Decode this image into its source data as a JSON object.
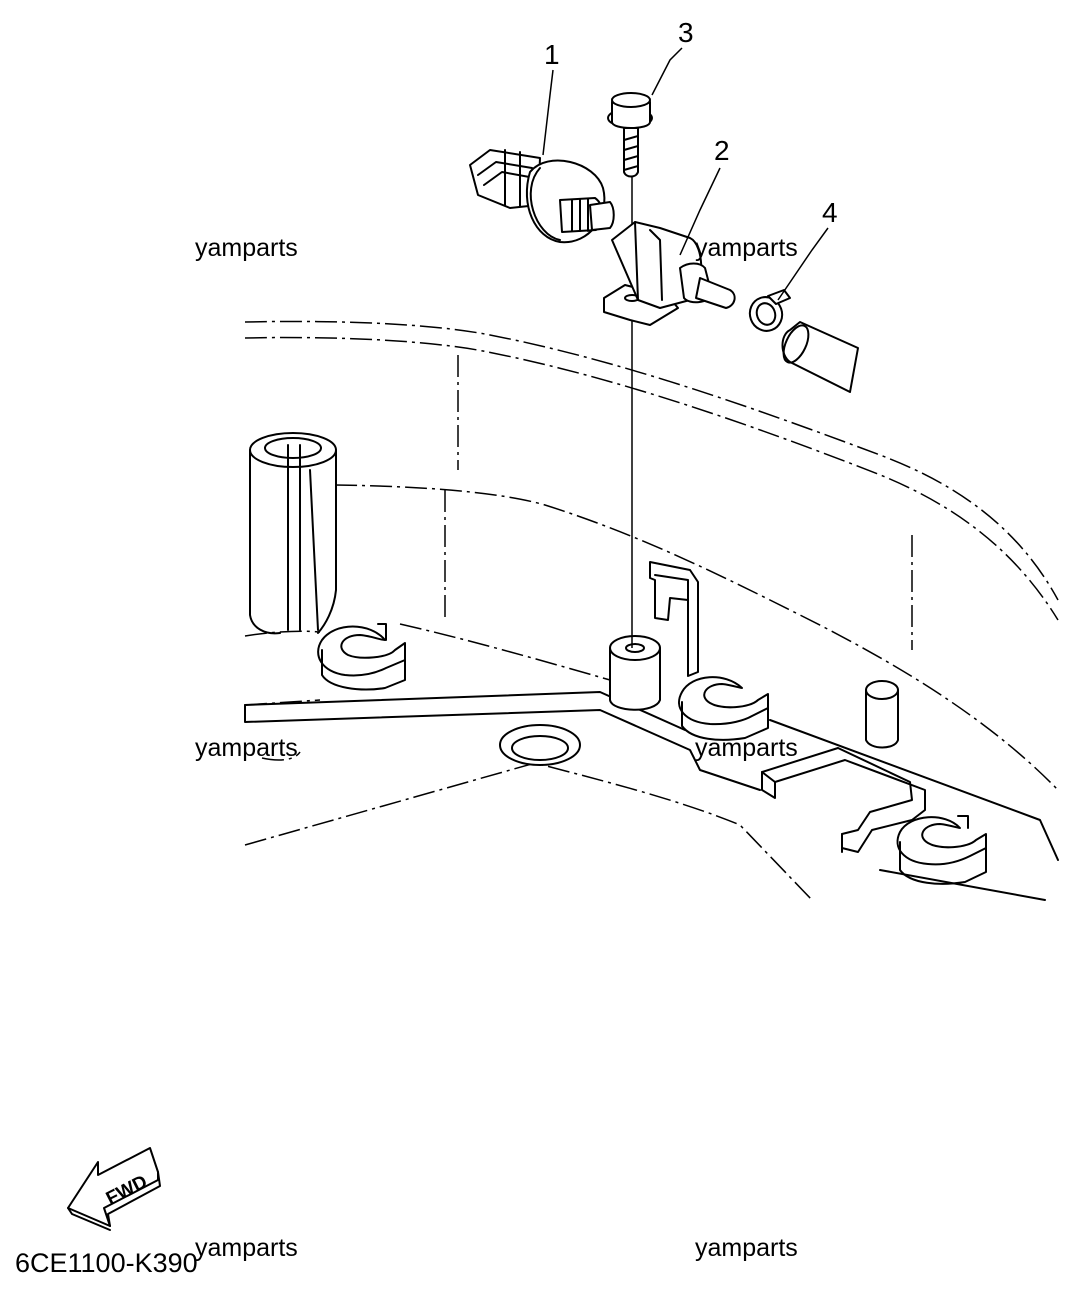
{
  "callouts": {
    "part_1": "1",
    "part_2": "2",
    "part_3": "3",
    "part_4": "4"
  },
  "watermarks": {
    "w1": "yamparts",
    "w2": "yamparts",
    "w3": "yamparts",
    "w4": "yamparts",
    "w5": "yamparts",
    "w6": "yamparts"
  },
  "direction_label": "FWD",
  "diagram_code": "6CE1100-K390"
}
